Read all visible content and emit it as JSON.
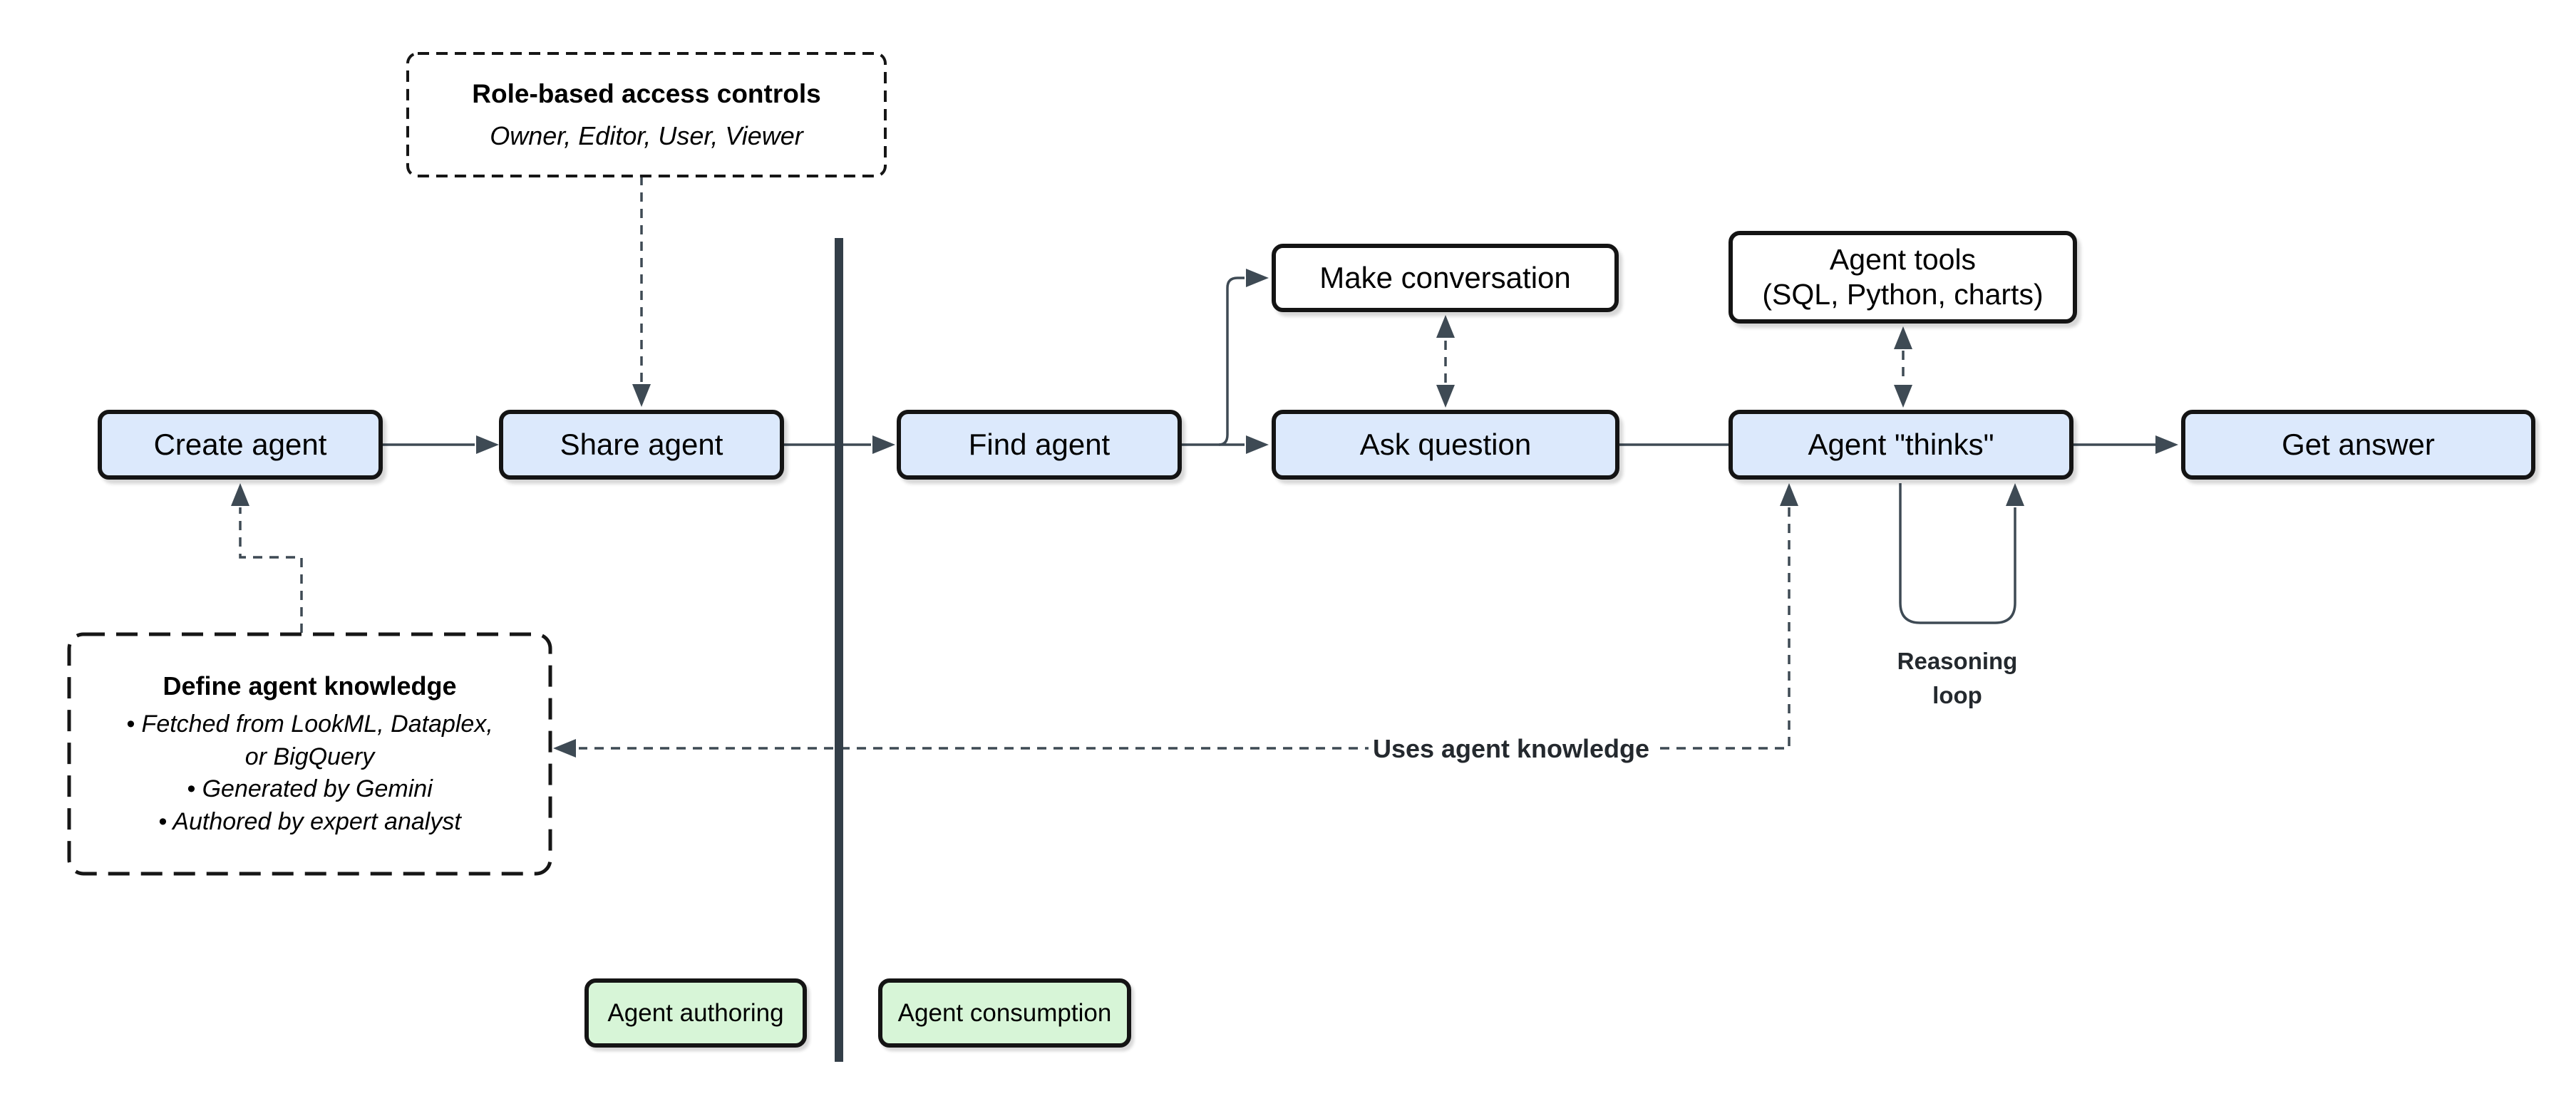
{
  "diagram": {
    "nodes": {
      "create_agent": "Create agent",
      "share_agent": "Share agent",
      "find_agent": "Find agent",
      "ask_question": "Ask question",
      "agent_thinks": "Agent \"thinks\"",
      "get_answer": "Get answer",
      "make_conversation": "Make conversation",
      "agent_tools": "Agent tools\n(SQL, Python, charts)",
      "rbac": {
        "title": "Role-based access controls",
        "subtitle": "Owner, Editor, User, Viewer"
      },
      "define_knowledge": {
        "title": "Define agent knowledge",
        "bullets": [
          "• Fetched from LookML, Dataplex,\nor BigQuery",
          "• Generated by Gemini",
          "• Authored by expert analyst"
        ]
      }
    },
    "zones": {
      "authoring": "Agent authoring",
      "consumption": "Agent consumption"
    },
    "edge_labels": {
      "uses_knowledge": "Uses agent knowledge",
      "reasoning_loop": "Reasoning\nloop"
    },
    "colors": {
      "node_blue": "#dce9fc",
      "node_green": "#d7f5d7",
      "node_white": "#ffffff",
      "node_border": "#141414",
      "connector": "#3e4a54",
      "divider": "#333e48",
      "background": "#ffffff"
    }
  }
}
